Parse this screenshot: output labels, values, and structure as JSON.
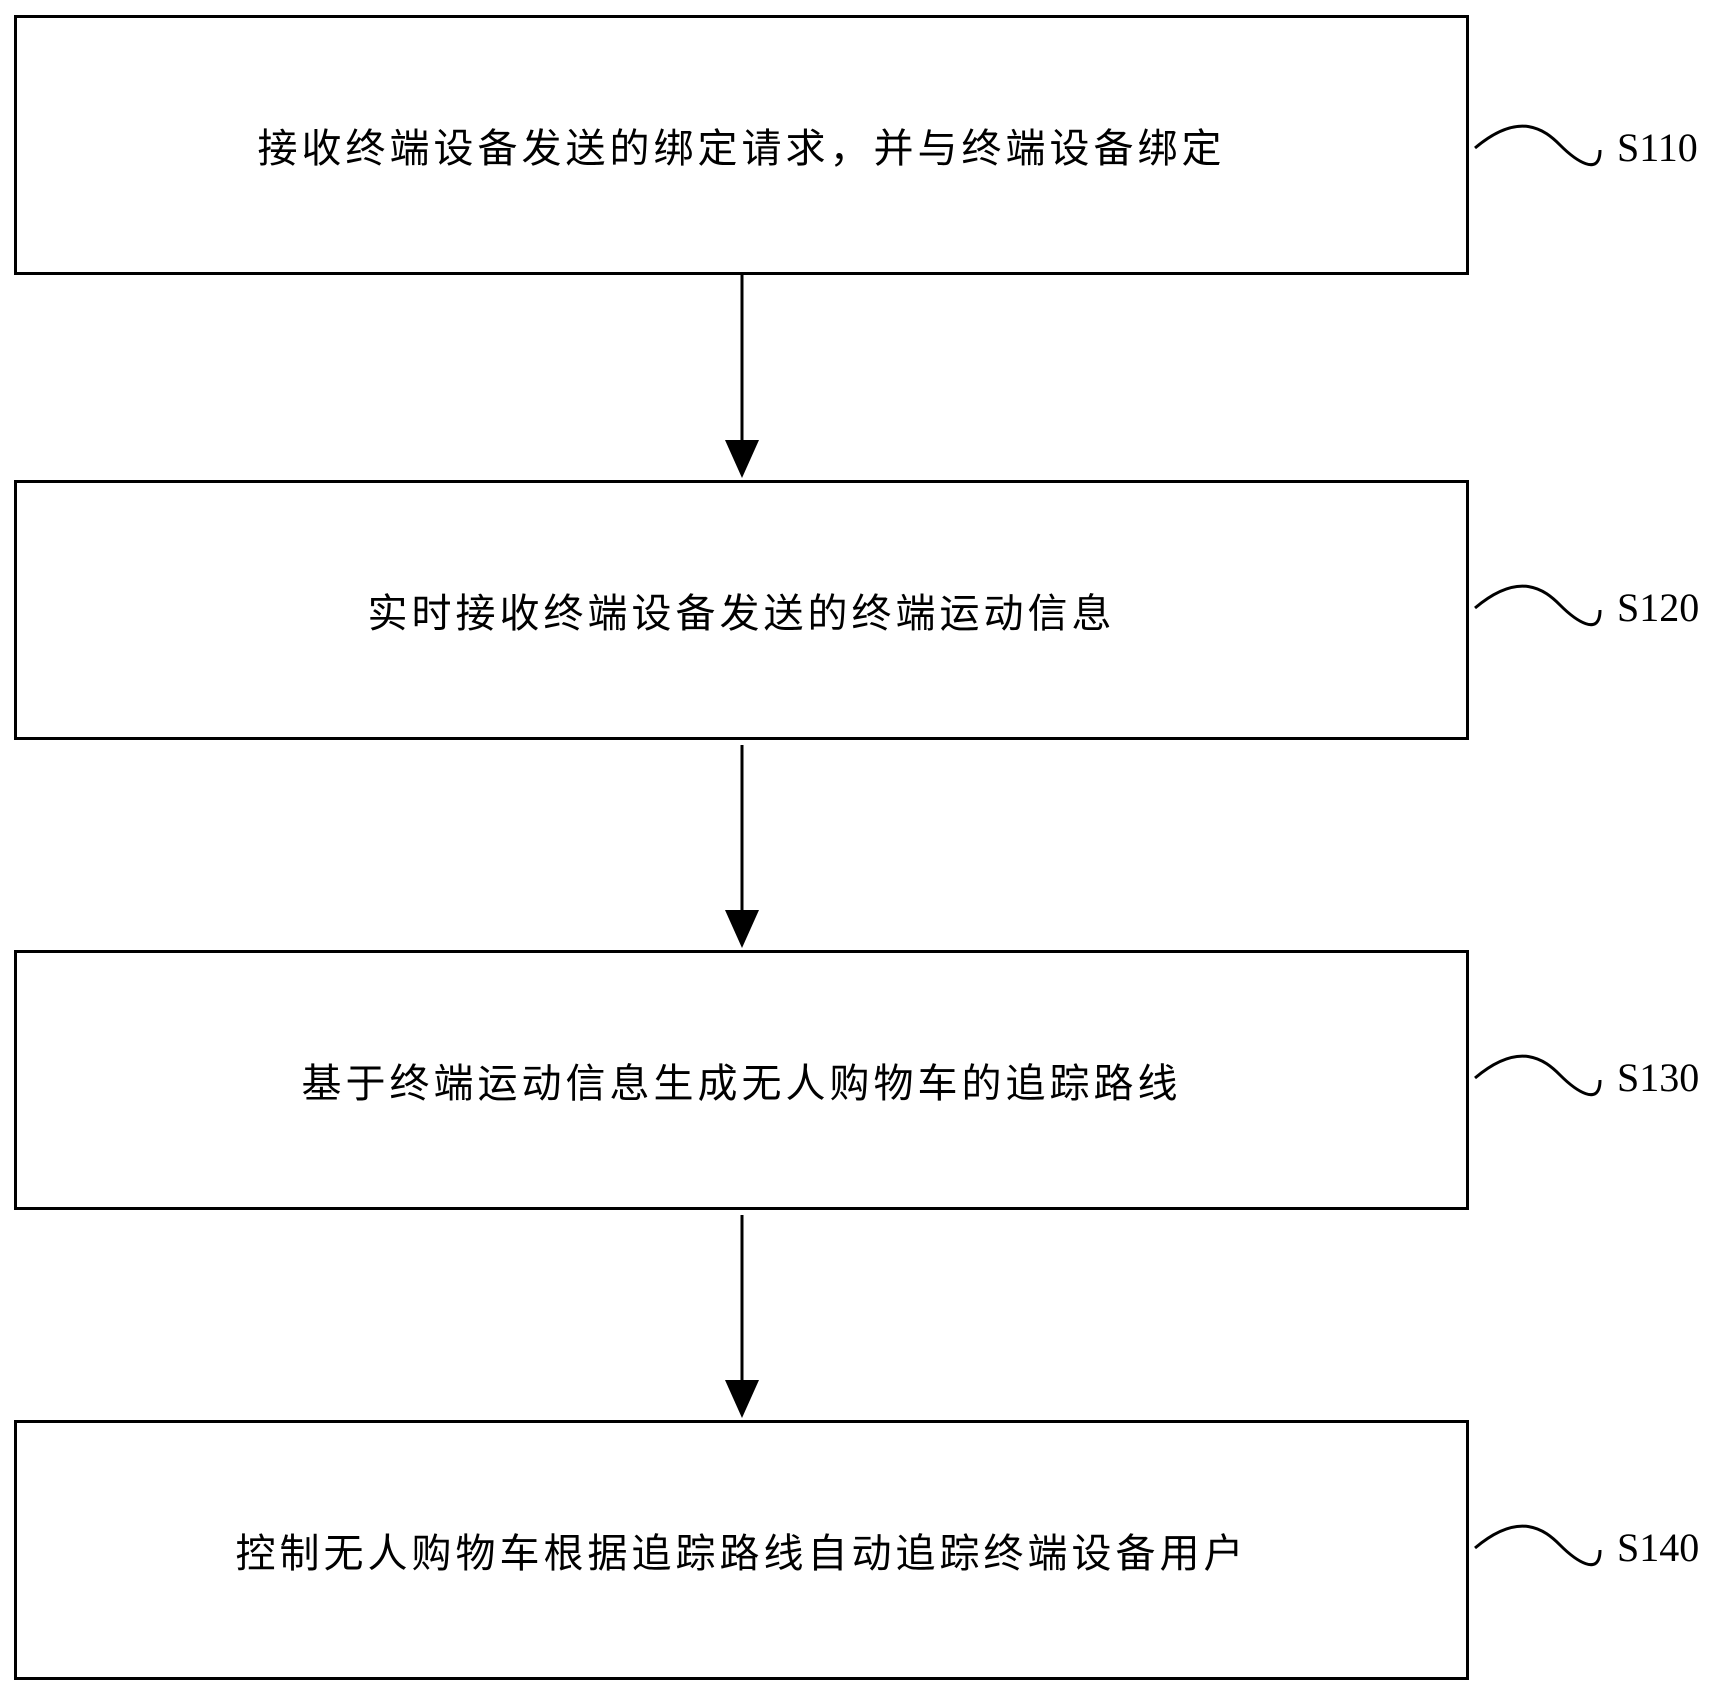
{
  "flowchart": {
    "steps": [
      {
        "text": "接收终端设备发送的绑定请求，并与终端设备绑定",
        "label": "S110"
      },
      {
        "text": "实时接收终端设备发送的终端运动信息",
        "label": "S120"
      },
      {
        "text": "基于终端运动信息生成无人购物车的追踪路线",
        "label": "S130"
      },
      {
        "text": "控制无人购物车根据追踪路线自动追踪终端设备用户",
        "label": "S140"
      }
    ]
  },
  "colors": {
    "line": "#000000",
    "background": "#ffffff"
  }
}
